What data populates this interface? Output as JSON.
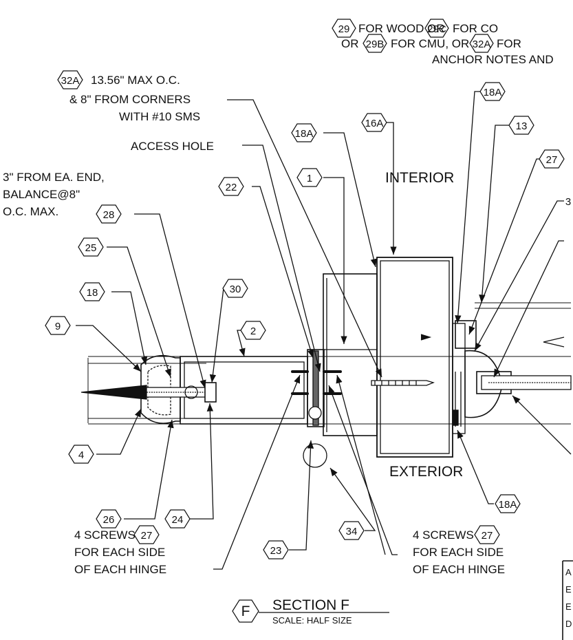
{
  "top_note": {
    "line1": {
      "t1": "FOR WOOD OR",
      "t2": "FOR CO",
      "tag1": "29",
      "tag2": "29C"
    },
    "line2": {
      "t0": "OR",
      "tag1": "29B",
      "t1": "FOR CMU, OR",
      "tag2": "32A",
      "t2": "FOR"
    },
    "line3": "ANCHOR NOTES AND"
  },
  "note_32a": {
    "tag": "32A",
    "line1": "13.56\" MAX O.C.",
    "line2": "& 8\" FROM CORNERS",
    "line3": "WITH #10 SMS"
  },
  "access_hole": "ACCESS HOLE",
  "note_3in": {
    "line1": "3\" FROM EA. END,",
    "line2": "BALANCE@8\"",
    "line3": "O.C. MAX."
  },
  "interior_label": "INTERIOR",
  "exterior_label": "EXTERIOR",
  "screws_left": {
    "line1": "4 SCREWS",
    "tag": "27",
    "line2": "FOR EACH SIDE",
    "line3": "OF EACH HINGE"
  },
  "screws_right": {
    "line1": "4 SCREWS",
    "tag": "27",
    "line2": "FOR EACH SIDE",
    "line3": "OF EACH HINGE"
  },
  "section": {
    "tag": "F",
    "title": "SECTION F",
    "scale": "SCALE: HALF SIZE"
  },
  "tags": {
    "t18a_top": "18A",
    "t16a": "16A",
    "t18a_left": "18A",
    "t13": "13",
    "t27": "27",
    "t1": "1",
    "t22": "22",
    "t28": "28",
    "t25": "25",
    "t30": "30",
    "t18": "18",
    "t2": "2",
    "t9": "9",
    "t4": "4",
    "t26": "26",
    "t24": "24",
    "t23": "23",
    "t34": "34",
    "t18a_bottom": "18A",
    "t3x": "3"
  },
  "legend_box": {
    "l1": "A",
    "l2": "E",
    "l3": "E",
    "l4": "D"
  }
}
